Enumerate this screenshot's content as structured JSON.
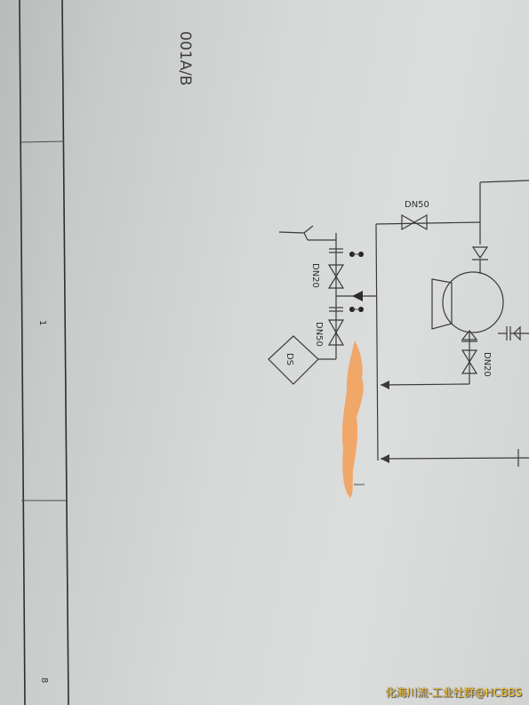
{
  "drawing": {
    "title_fragment": "001A/B",
    "margin_marks": [
      "1",
      "8"
    ]
  },
  "labels": {
    "dn50_top": "DN50",
    "dn20_left": "DN20",
    "dn50_left": "DN50",
    "ds_box": "DS",
    "dn20_bottom": "DN20"
  },
  "watermark": {
    "text": "化海川流-工业社群@HCBBS"
  },
  "colors": {
    "line": "#3a3a3c",
    "paper": "#d6d8d7",
    "redaction": "#f2a25f",
    "watermark": "#f3c033"
  }
}
